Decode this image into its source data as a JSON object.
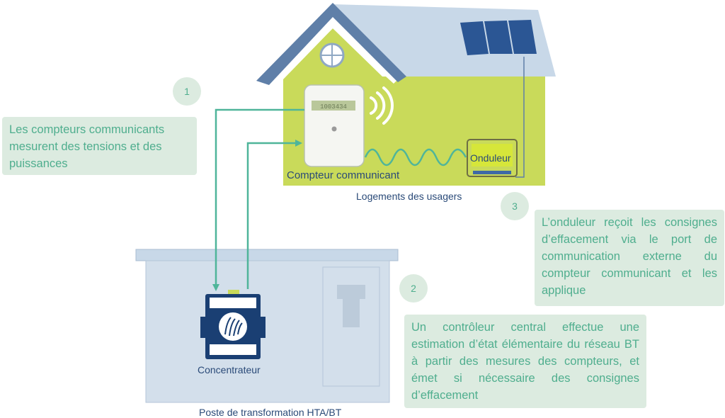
{
  "steps": {
    "step1": {
      "number": "1",
      "text": "Les compteurs communicants mesurent des tensions et des puissances"
    },
    "step2": {
      "number": "2",
      "text": "Un contrôleur central effectue une estimation d’état élémentaire du réseau BT à partir des mesures des compteurs, et émet si nécessaire des consignes d’effacement"
    },
    "step3": {
      "number": "3",
      "text": "L’onduleur reçoit les consignes d’effacement via le port de communication externe du compteur communicant et les applique"
    }
  },
  "labels": {
    "meter": "Compteur communicant",
    "meter_display": "1003434",
    "inverter": "Onduleur",
    "homes": "Logements des usagers",
    "concentrator": "Concentrateur",
    "substation": "Poste de transformation HTA/BT"
  },
  "colors": {
    "house_wall": "#c9da5a",
    "roof": "#c8d8e8",
    "roof_edge": "#5f7fa8",
    "substation": "#d3dfeb",
    "arrow": "#4fb59a",
    "note_bg": "#dcebe0",
    "note_text": "#4fae8e",
    "label_text": "#2a4a78",
    "concentrator": "#1a3f73",
    "solar_panel": "#2b5694"
  },
  "icons": [
    "wifi-icon",
    "solar-panel-icon",
    "round-window-icon",
    "concentrator-logo-icon"
  ]
}
